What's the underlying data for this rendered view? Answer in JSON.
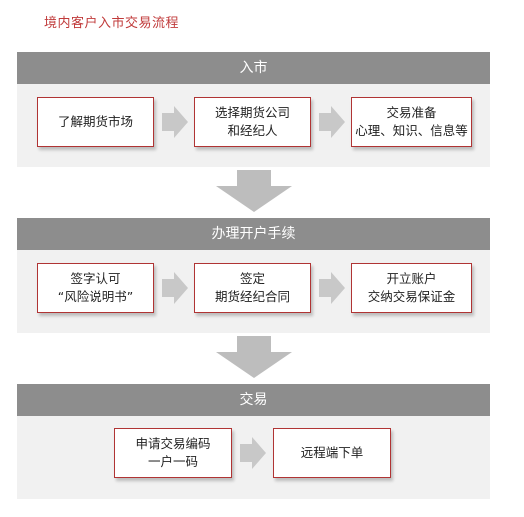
{
  "title": "境内客户入市交易流程",
  "stages": [
    {
      "header": "入市",
      "steps": [
        {
          "line1": "了解期货市场",
          "line2": ""
        },
        {
          "line1": "选择期货公司",
          "line2": "和经纪人"
        },
        {
          "line1": "交易准备",
          "line2": "心理、知识、信息等"
        }
      ]
    },
    {
      "header": "办理开户手续",
      "steps": [
        {
          "line1": "签字认可",
          "line2": "“风险说明书”"
        },
        {
          "line1": "签定",
          "line2": "期货经纪合同"
        },
        {
          "line1": "开立账户",
          "line2": "交纳交易保证金"
        }
      ]
    },
    {
      "header": "交易",
      "steps": [
        {
          "line1": "申请交易编码",
          "line2": "一户一码"
        },
        {
          "line1": "远程端下单",
          "line2": ""
        }
      ]
    }
  ],
  "colors": {
    "title": "#c03a3a",
    "box_border": "#b03434",
    "header_bg": "#8d8d8d",
    "panel_bg": "#f1f1f1",
    "arrow": "#c8c8c8"
  }
}
